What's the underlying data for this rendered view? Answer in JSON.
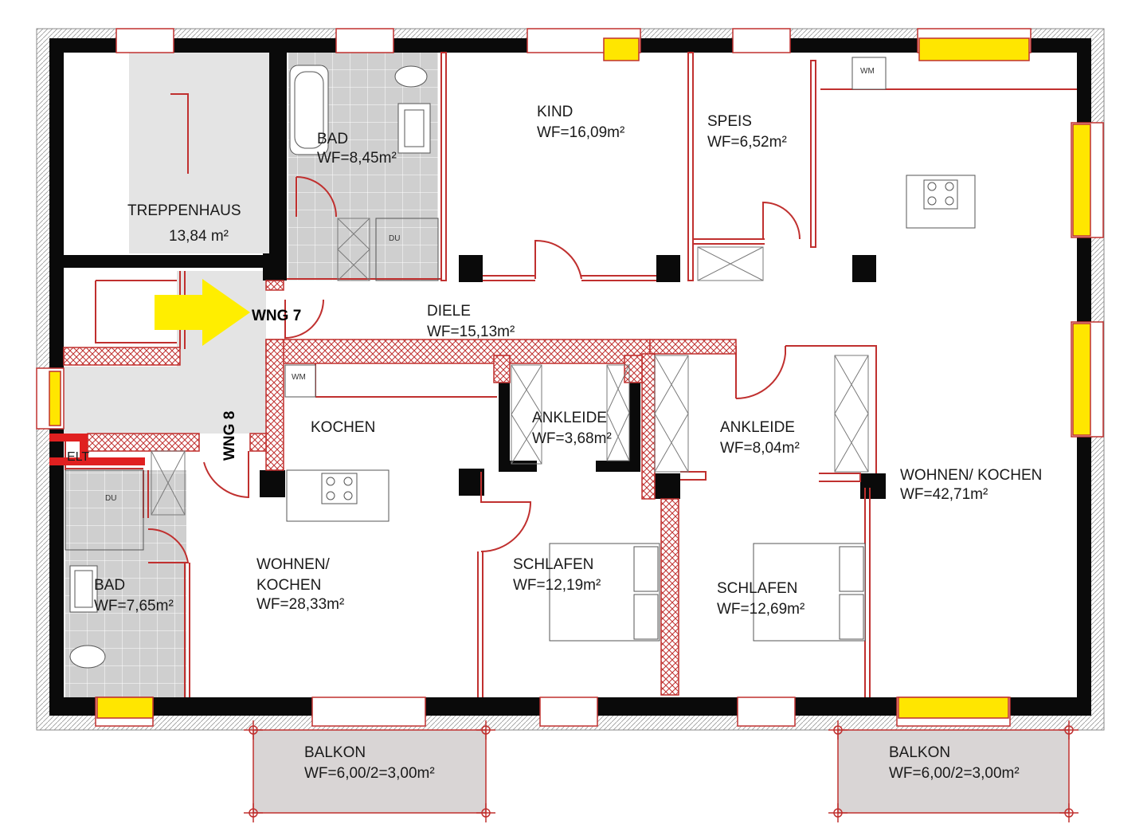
{
  "rooms": {
    "treppenhaus_name": "TREPPENHAUS",
    "treppenhaus_area": "13,84 m²",
    "bad_top_name": "BAD",
    "bad_top_area": "WF=8,45m²",
    "kind_name": "KIND",
    "kind_area": "WF=16,09m²",
    "speis_name": "SPEIS",
    "speis_area": "WF=6,52m²",
    "diele_name": "DIELE",
    "diele_area": "WF=15,13m²",
    "kochen_name": "KOCHEN",
    "ankleide_small_name": "ANKLEIDE",
    "ankleide_small_area": "WF=3,68m²",
    "ankleide_large_name": "ANKLEIDE",
    "ankleide_large_area": "WF=8,04m²",
    "wohnen_right_name": "WOHNEN/ KOCHEN",
    "wohnen_right_area": "WF=42,71m²",
    "bad_left_name": "BAD",
    "bad_left_area": "WF=7,65m²",
    "wohnen_left_name_1": "WOHNEN/",
    "wohnen_left_name_2": "KOCHEN",
    "wohnen_left_area": "WF=28,33m²",
    "schlafen_left_name": "SCHLAFEN",
    "schlafen_left_area": "WF=12,19m²",
    "schlafen_right_name": "SCHLAFEN",
    "schlafen_right_area": "WF=12,69m²",
    "balkon_left_name": "BALKON",
    "balkon_left_area": "WF=6,00/2=3,00m²",
    "balkon_right_name": "BALKON",
    "balkon_right_area": "WF=6,00/2=3,00m²"
  },
  "markers": {
    "wng7": "WNG 7",
    "wng8": "WNG 8",
    "elt": "ELT",
    "wm_1": "WM",
    "wm_2": "WM",
    "du_1": "DU",
    "du_2": "DU"
  },
  "colors": {
    "wall": "#0a0a0a",
    "redline": "#c0302f",
    "window_highlight": "#ffe600",
    "arrow": "#ffee00",
    "shaded_area": "#e4e4e4",
    "tile_area": "#cfcfcf",
    "balcony": "#d9d5d5"
  }
}
